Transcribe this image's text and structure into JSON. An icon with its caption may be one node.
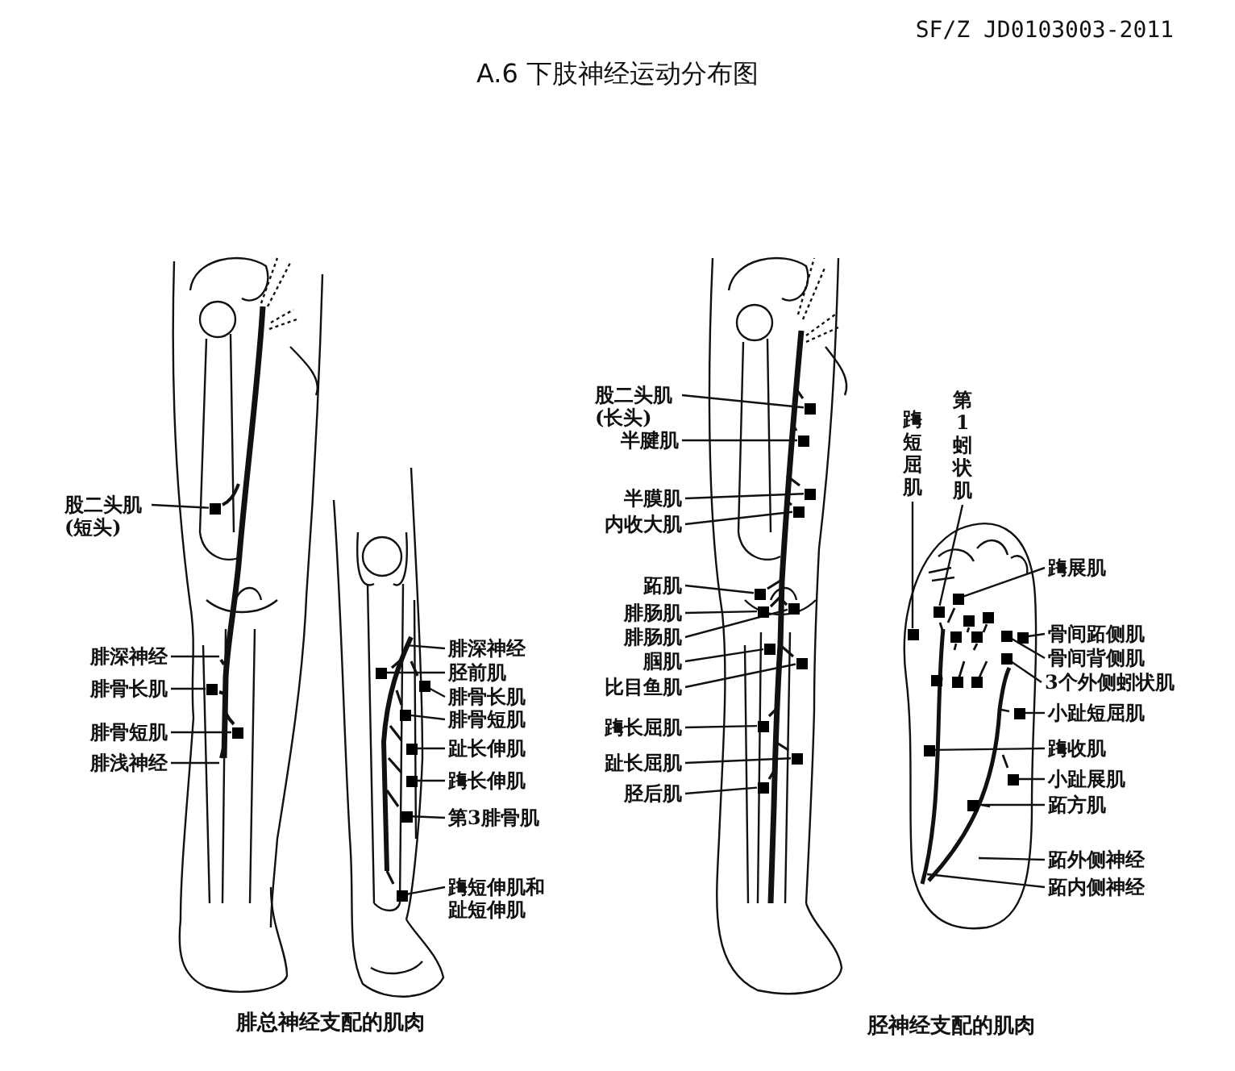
{
  "diagram": {
    "title": "A.6 下肢神经运动分布图",
    "nodes": [
      {
        "text": [
          "股二头肌 (短头)"
        ]
      },
      {
        "text": [],
        "shape": "box"
      },
      {
        "text": [
          "腓深神经"
        ]
      },
      {
        "text": [
          "腓骨长肌"
        ]
      },
      {
        "text": [],
        "shape": "box"
      },
      {
        "text": [
          "腓骨短肌"
        ]
      },
      {
        "text": [],
        "shape": "box"
      },
      {
        "text": [
          "腓浅神经"
        ]
      },
      {
        "text": [
          "腓深神经"
        ]
      },
      {
        "text": [
          "胫前肌"
        ]
      },
      {
        "text": [],
        "shape": "box"
      },
      {
        "text": [
          "腓骨长肌"
        ]
      },
      {
        "text": [],
        "shape": "box"
      },
      {
        "text": [
          "腓骨短肌"
        ]
      },
      {
        "text": [],
        "shape": "box"
      },
      {
        "text": [
          "趾长伸肌"
        ]
      },
      {
        "text": [],
        "shape": "box"
      },
      {
        "text": [
          "踇长伸肌"
        ]
      },
      {
        "text": [],
        "shape": "box"
      },
      {
        "text": [
          "第3腓骨肌"
        ]
      },
      {
        "text": [],
        "shape": "box"
      },
      {
        "text": [
          "踇短伸肌和趾短伸肌"
        ]
      },
      {
        "text": [],
        "shape": "box"
      },
      {
        "text": [
          "股二头肌 (长头)"
        ]
      },
      {
        "text": [],
        "shape": "box"
      },
      {
        "text": [
          "半腱肌"
        ]
      },
      {
        "text": [],
        "shape": "box"
      },
      {
        "text": [
          "半膜肌"
        ]
      },
      {
        "text": [],
        "shape": "box"
      },
      {
        "text": [
          "内收大肌"
        ]
      },
      {
        "text": [],
        "shape": "box"
      },
      {
        "text": [
          "跖肌"
        ]
      },
      {
        "text": [],
        "shape": "box"
      },
      {
        "text": [
          "腓肠肌"
        ]
      },
      {
        "text": [],
        "shape": "box"
      },
      {
        "text": [
          "腓肠肌"
        ]
      },
      {
        "text": [],
        "shape": "box"
      },
      {
        "text": [
          "腘肌"
        ]
      },
      {
        "text": [],
        "shape": "box"
      },
      {
        "text": [
          "比目鱼肌"
        ]
      },
      {
        "text": [],
        "shape": "box"
      },
      {
        "text": [
          "踇长屈肌"
        ]
      },
      {
        "text": [],
        "shape": "box"
      },
      {
        "text": [
          "趾长屈肌"
        ]
      },
      {
        "text": [],
        "shape": "box"
      },
      {
        "text": [
          "胫后肌"
        ]
      },
      {
        "text": [],
        "shape": "box"
      },
      {
        "text": [
          "踇短屈肌"
        ]
      },
      {
        "text": [],
        "shape": "box"
      },
      {
        "text": [
          "第1蚓状肌"
        ]
      },
      {
        "text": [],
        "shape": "box"
      },
      {
        "text": [
          "踇展肌"
        ]
      },
      {
        "text": [],
        "shape": "box"
      },
      {
        "text": [
          "骨间跖侧肌"
        ]
      },
      {
        "text": [],
        "shape": "box"
      },
      {
        "text": [
          "骨间背侧肌"
        ]
      },
      {
        "text": [],
        "shape": "box"
      },
      {
        "text": [
          "3个外侧蚓状肌"
        ]
      },
      {
        "text": [],
        "shape": "box"
      },
      {
        "text": [
          "小趾短屈肌"
        ]
      },
      {
        "text": [],
        "shape": "box"
      },
      {
        "text": [
          "踇收肌"
        ]
      },
      {
        "text": [],
        "shape": "box"
      },
      {
        "text": [
          "小趾展肌"
        ]
      },
      {
        "text": [],
        "shape": "box"
      },
      {
        "text": [
          "跖方肌"
        ]
      },
      {
        "text": [],
        "shape": "box"
      },
      {
        "text": [
          "跖外侧神经"
        ]
      },
      {
        "text": [
          "跖内侧神经"
        ]
      }
    ],
    "edges": [
      {
        "from": 0,
        "to": 1,
        "arrow": "none"
      },
      {
        "from": 2,
        "to": null,
        "arrow": "none"
      },
      {
        "from": 3,
        "to": 4,
        "arrow": "none"
      },
      {
        "from": 5,
        "to": 6,
        "arrow": "none"
      },
      {
        "from": 7,
        "to": null,
        "arrow": "none"
      },
      {
        "from": 8,
        "to": null,
        "arrow": "none"
      },
      {
        "from": 9,
        "to": 10,
        "arrow": "none"
      },
      {
        "from": 11,
        "to": 12,
        "arrow": "none"
      },
      {
        "from": 13,
        "to": 14,
        "arrow": "none"
      },
      {
        "from": 15,
        "to": 16,
        "arrow": "none"
      },
      {
        "from": 17,
        "to": 18,
        "arrow": "none"
      },
      {
        "from": 19,
        "to": 20,
        "arrow": "none"
      },
      {
        "from": 21,
        "to": 22,
        "arrow": "none"
      },
      {
        "from": 23,
        "to": 24,
        "arrow": "none"
      },
      {
        "from": 25,
        "to": 26,
        "arrow": "none"
      },
      {
        "from": 27,
        "to": 28,
        "arrow": "none"
      },
      {
        "from": 29,
        "to": 30,
        "arrow": "none"
      },
      {
        "from": 31,
        "to": 32,
        "arrow": "none"
      },
      {
        "from": 33,
        "to": 34,
        "arrow": "none"
      },
      {
        "from": 35,
        "to": 36,
        "arrow": "none"
      },
      {
        "from": 37,
        "to": 38,
        "arrow": "none"
      },
      {
        "from": 39,
        "to": 40,
        "arrow": "none"
      },
      {
        "from": 41,
        "to": 42,
        "arrow": "none"
      },
      {
        "from": 43,
        "to": 44,
        "arrow": "none"
      },
      {
        "from": 45,
        "to": 46,
        "arrow": "none"
      },
      {
        "from": 47,
        "to": 48,
        "arrow": "none"
      },
      {
        "from": 49,
        "to": 50,
        "arrow": "none"
      },
      {
        "from": 51,
        "to": 52,
        "arrow": "none"
      },
      {
        "from": 53,
        "to": 54,
        "arrow": "none"
      },
      {
        "from": 55,
        "to": 56,
        "arrow": "none"
      },
      {
        "from": 57,
        "to": 58,
        "arrow": "none"
      },
      {
        "from": 59,
        "to": 60,
        "arrow": "none"
      },
      {
        "from": 61,
        "to": 62,
        "arrow": "none"
      },
      {
        "from": 63,
        "to": 64,
        "arrow": "none"
      },
      {
        "from": 65,
        "to": 66,
        "arrow": "none"
      },
      {
        "from": 67,
        "to": null,
        "arrow": "none"
      },
      {
        "from": 68,
        "to": null,
        "arrow": "none"
      }
    ],
    "labels": [
      "SF/Z JD0103003-2011",
      "腓总神经支配的肌肉",
      "胫神经支配的肌肉"
    ]
  }
}
